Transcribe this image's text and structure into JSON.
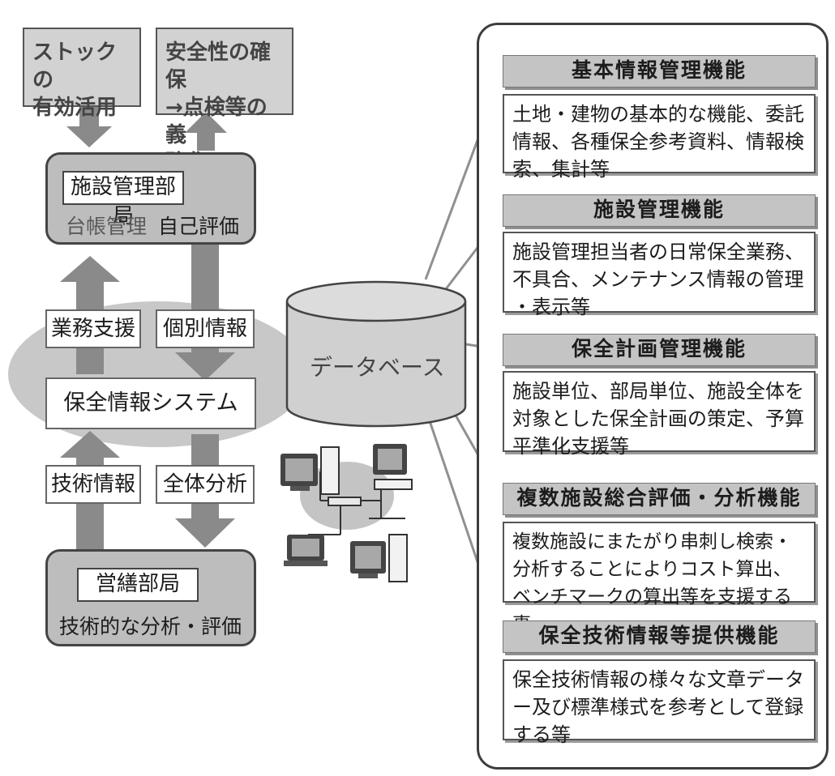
{
  "top_boxes": {
    "stock": "ストックの\n有効活用",
    "safety": "安全性の確保\n→点検等の義\n務化"
  },
  "facility_dept": {
    "title": "施設管理部局",
    "sub_left": "台帳管理",
    "sub_right": "自己評価"
  },
  "flow_labels": {
    "business_support": "業務支援",
    "individual_info": "個別情報",
    "system": "保全情報システム",
    "technical_info": "技術情報",
    "overall_analysis": "全体分析"
  },
  "construction_dept": {
    "title": "営繕部局",
    "sub": "技術的な分析・評価"
  },
  "database": {
    "label": "データベース"
  },
  "functions": [
    {
      "title": "基本情報管理機能",
      "desc": "土地・建物の基本的な機能、委託\n情報、各種保全参考資料、情報検\n索、集計等"
    },
    {
      "title": "施設管理機能",
      "desc": "施設管理担当者の日常保全業務、\n不具合、メンテナンス情報の管理\n・表示等"
    },
    {
      "title": "保全計画管理機能",
      "desc": "施設単位、部局単位、施設全体を\n対象とした保全計画の策定、予算\n平準化支援等"
    },
    {
      "title": "複数施設総合評価・分析機能",
      "desc": "複数施設にまたがり串刺し検索・\n分析することによりコスト算出、\nベンチマークの算出等を支援する事"
    },
    {
      "title": "保全技術情報等提供機能",
      "desc": "保全技術情報の様々な文章データ\nー及び標準様式を参考として登録\nする等"
    }
  ],
  "colors": {
    "box_gray": "#bdbdbd",
    "arrow_gray": "#8a8a8a",
    "ellipse_gray": "#c8c8c8",
    "line_gray": "#909090"
  }
}
